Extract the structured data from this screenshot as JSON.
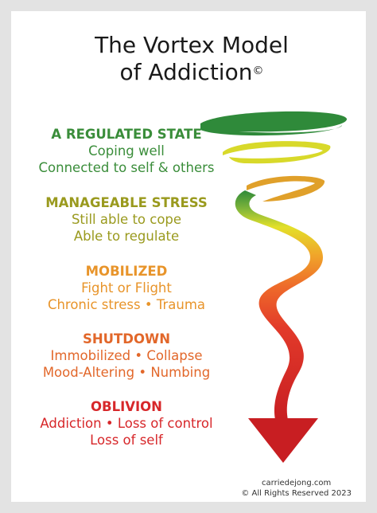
{
  "title_line1": "The Vortex Model",
  "title_line2": "of Addiction",
  "copyright_symbol": "©",
  "stages": [
    {
      "heading": "A REGULATED STATE",
      "lines": [
        "Coping well",
        "Connected to self & others"
      ],
      "color": "#3a8d3a",
      "body_color": "#3a8d3a"
    },
    {
      "heading": "MANAGEABLE STRESS",
      "lines": [
        "Still able to cope",
        "Able to regulate"
      ],
      "color": "#9a9a1e",
      "body_color": "#9a9a1e"
    },
    {
      "heading": "MOBILIZED",
      "lines": [
        "Fight or Flight",
        "Chronic stress • Trauma"
      ],
      "color": "#e8942a",
      "body_color": "#e8942a"
    },
    {
      "heading": "SHUTDOWN",
      "lines": [
        "Immobilized • Collapse",
        "Mood-Altering • Numbing"
      ],
      "color": "#e2672a",
      "body_color": "#e2672a"
    },
    {
      "heading": "OBLIVION",
      "lines": [
        "Addiction • Loss of control",
        "Loss of self"
      ],
      "color": "#d7272a",
      "body_color": "#d7272a"
    }
  ],
  "footer": {
    "site": "carriedejong.com",
    "rights": "© All Rights Reserved 2023"
  }
}
